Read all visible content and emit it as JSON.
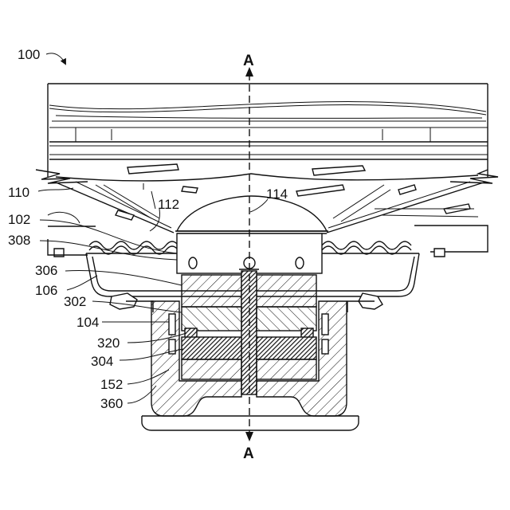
{
  "figure": {
    "main_label": "100",
    "section_label_top": "A",
    "section_label_bottom": "A",
    "reference_numerals": {
      "r110": "110",
      "r102": "102",
      "r308": "308",
      "r306": "306",
      "r106": "106",
      "r302": "302",
      "r104": "104",
      "r320": "320",
      "r304": "304",
      "r152": "152",
      "r360": "360",
      "r112": "112",
      "r114": "114"
    }
  }
}
